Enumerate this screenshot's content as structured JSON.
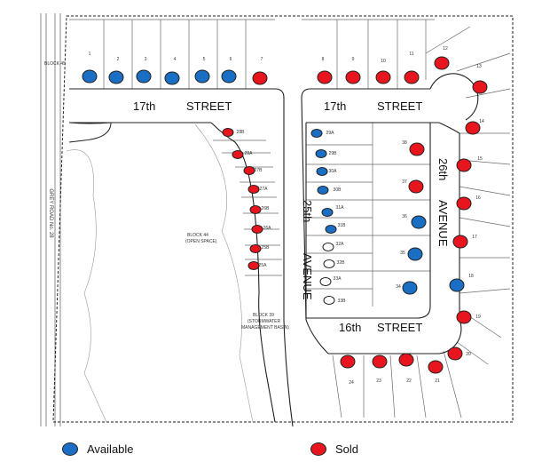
{
  "colors": {
    "available": "#1a6fc4",
    "sold": "#e8141e",
    "outline": "#222222",
    "line": "#6b6b6b"
  },
  "labels": {
    "street_17_left": [
      "17th",
      "STREET"
    ],
    "street_17_right": [
      "17th",
      "STREET"
    ],
    "street_16": [
      "16th",
      "STREET"
    ],
    "avenue_26": [
      "26th",
      "AVENUE"
    ],
    "avenue_25": [
      "25th",
      "AVENUE"
    ],
    "grey_road": "GREY ROAD No. 28",
    "block_top_left": "BLOCK 45",
    "block_44": [
      "BLOCK 44",
      "(OPEN SPACE)"
    ],
    "block_39": [
      "BLOCK 39",
      "(STORMWATER",
      "MANAGEMENT BASIN)"
    ]
  },
  "legend": [
    {
      "key": "available",
      "label": "Available"
    },
    {
      "key": "sold",
      "label": "Sold"
    }
  ],
  "lots": [
    {
      "id": "1",
      "status": "available"
    },
    {
      "id": "2",
      "status": "available"
    },
    {
      "id": "3",
      "status": "available"
    },
    {
      "id": "4",
      "status": "available"
    },
    {
      "id": "5",
      "status": "available"
    },
    {
      "id": "6",
      "status": "available"
    },
    {
      "id": "7",
      "status": "sold"
    },
    {
      "id": "8",
      "status": "sold"
    },
    {
      "id": "9",
      "status": "sold"
    },
    {
      "id": "10",
      "status": "sold"
    },
    {
      "id": "11",
      "status": "sold"
    },
    {
      "id": "12",
      "status": "sold"
    },
    {
      "id": "13",
      "status": "sold"
    },
    {
      "id": "14",
      "status": "sold"
    },
    {
      "id": "15",
      "status": "sold"
    },
    {
      "id": "16",
      "status": "sold"
    },
    {
      "id": "17",
      "status": "sold"
    },
    {
      "id": "18",
      "status": "available"
    },
    {
      "id": "19",
      "status": "sold"
    },
    {
      "id": "20",
      "status": "sold"
    },
    {
      "id": "21",
      "status": "sold"
    },
    {
      "id": "22",
      "status": "sold"
    },
    {
      "id": "23",
      "status": "sold"
    },
    {
      "id": "24",
      "status": "sold"
    },
    {
      "id": "28B",
      "status": "sold"
    },
    {
      "id": "28A",
      "status": "sold"
    },
    {
      "id": "27B",
      "status": "sold"
    },
    {
      "id": "27A",
      "status": "sold"
    },
    {
      "id": "26B",
      "status": "sold"
    },
    {
      "id": "26A",
      "status": "sold"
    },
    {
      "id": "25B",
      "status": "sold"
    },
    {
      "id": "25A",
      "status": "sold"
    },
    {
      "id": "29A",
      "status": "available"
    },
    {
      "id": "29B",
      "status": "available"
    },
    {
      "id": "30A",
      "status": "available"
    },
    {
      "id": "30B",
      "status": "available"
    },
    {
      "id": "31A",
      "status": "available"
    },
    {
      "id": "31B",
      "status": "available"
    },
    {
      "id": "32A",
      "status": "unmarked"
    },
    {
      "id": "32B",
      "status": "unmarked"
    },
    {
      "id": "33A",
      "status": "unmarked"
    },
    {
      "id": "33B",
      "status": "unmarked"
    },
    {
      "id": "38",
      "status": "sold"
    },
    {
      "id": "37",
      "status": "sold"
    },
    {
      "id": "36",
      "status": "available"
    },
    {
      "id": "35",
      "status": "available"
    },
    {
      "id": "34",
      "status": "available"
    }
  ]
}
